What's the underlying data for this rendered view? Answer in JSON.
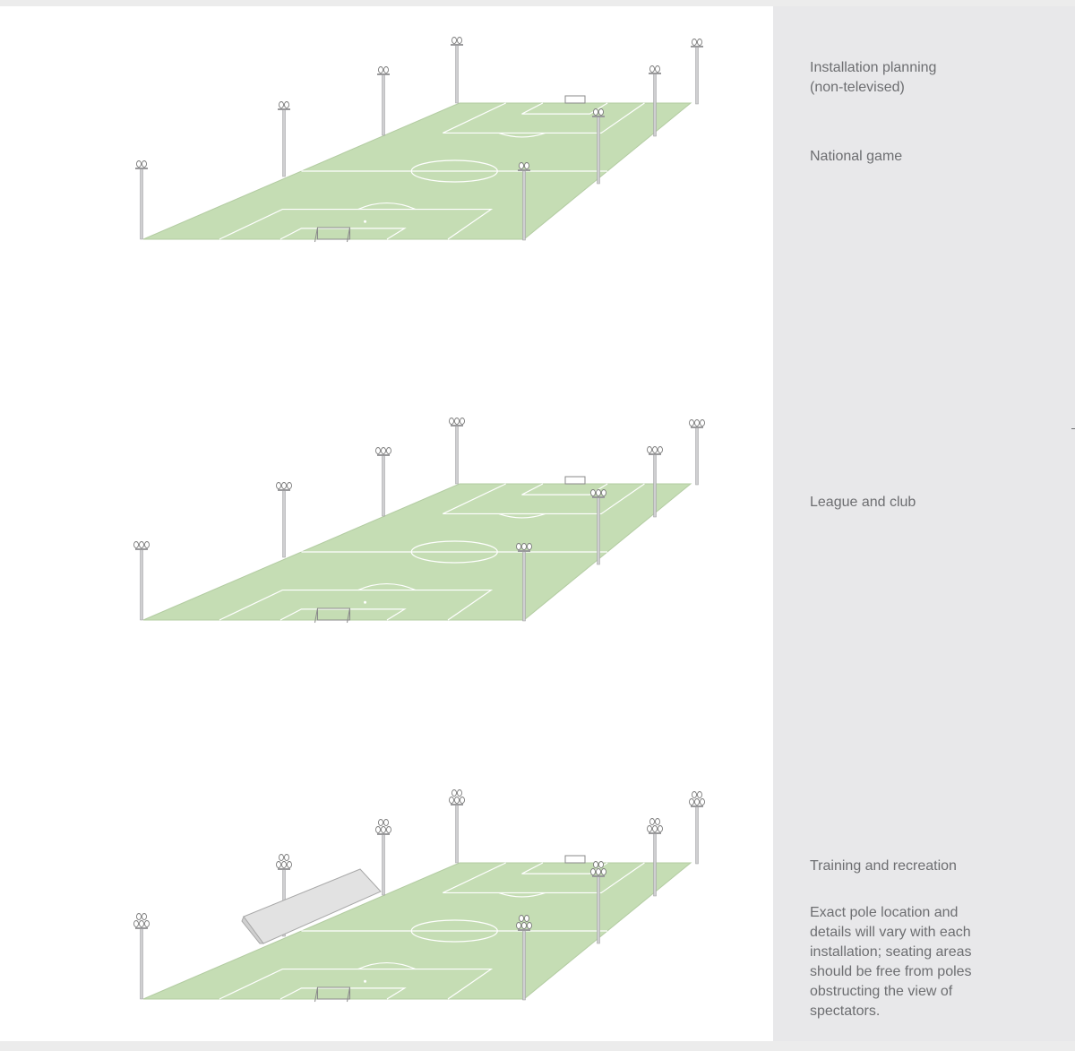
{
  "labels": {
    "title_line1": "Installation planning",
    "title_line2": "(non-televised)",
    "national": "National game",
    "league": "League and club",
    "training": "Training and recreation",
    "note": "Exact pole location and details will vary with each installation; seating areas should be free from poles obstructing the view of spectators."
  },
  "colors": {
    "pitch": "#c5ddb4",
    "pitch_line": "#ffffff",
    "pole": "#cfcfd1",
    "pole_edge": "#9a9a9c",
    "text": "#6d6e71",
    "panel": "#e8e8ea",
    "stand": "#d8d8d8"
  },
  "diagrams": [
    {
      "name": "national-game",
      "lamps": 2,
      "stand": false
    },
    {
      "name": "league-and-club",
      "lamps": 3,
      "stand": false
    },
    {
      "name": "training-and-recreation",
      "lamps": 5,
      "stand": true
    }
  ]
}
